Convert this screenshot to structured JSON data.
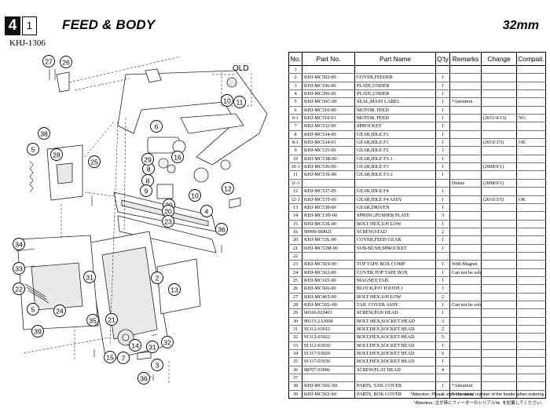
{
  "header": {
    "section_number": "4",
    "sub_number": "1",
    "title": "FEED & BODY",
    "size": "32mm",
    "model": "KHJ-1306"
  },
  "diagram": {
    "old_label": "OLD",
    "callouts": [
      "27",
      "26",
      "38",
      "5",
      "28",
      "25",
      "6",
      "16",
      "8",
      "29",
      "8",
      "9",
      "10",
      "12",
      "4",
      "36",
      "30",
      "20",
      "23",
      "34",
      "33",
      "31",
      "2",
      "13",
      "5",
      "24",
      "35",
      "39",
      "21",
      "14",
      "31",
      "32",
      "15",
      "7",
      "3",
      "36",
      "10",
      "11",
      "22"
    ]
  },
  "table": {
    "headers": [
      "No.",
      "Part No.",
      "Part Name",
      "Q'ty",
      "Remarks",
      "Change",
      "Compati."
    ],
    "rows": [
      [
        "1",
        "",
        "",
        "",
        "",
        "",
        ""
      ],
      [
        "2",
        "KHJ-MC502-00",
        "COVER,FEEDER",
        "1",
        "",
        "",
        ""
      ],
      [
        "3",
        "KHJ-MC106-00",
        "PLATE,UNDER",
        "1",
        "",
        "",
        ""
      ],
      [
        "4",
        "KHJ-MC206-00",
        "PLATE,UNDER",
        "1",
        "",
        "",
        ""
      ],
      [
        "5",
        "KHJ-MC50C-00",
        "SEAL,MAIN LABEL",
        "1",
        "*Attention",
        "",
        ""
      ],
      [
        "6",
        "KHJ-MC510-00",
        "MOTOR, FEED",
        "1",
        "",
        "",
        ""
      ],
      [
        "6-1",
        "KHJ-MC510-01",
        "MOTOR, FEED",
        "1",
        "",
        "(2011/4/13)",
        "NG"
      ],
      [
        "7",
        "KHJ-MC532-00",
        "SPROCKET",
        "1",
        "",
        "",
        ""
      ],
      [
        "8",
        "KHJ-MC534-00",
        "GEAR,IDLE F1",
        "1",
        "",
        "",
        ""
      ],
      [
        "8-1",
        "KHJ-MC534-01",
        "GEAR,IDLE F1",
        "1",
        "",
        "(2010/3/5)",
        "OK"
      ],
      [
        "9",
        "KHJ-MC535-00",
        "GEAR,IDLE F2",
        "1",
        "",
        "",
        ""
      ],
      [
        "10",
        "KHJ-MC53R-00",
        "GEAR,IDLE F3-1",
        "1",
        "",
        "",
        ""
      ],
      [
        "10-1",
        "KHJ-MC536-00",
        "GEAR,IDLE F3",
        "1",
        "",
        "(2008/9/1)",
        ""
      ],
      [
        "11",
        "KHJ-MC53S-00",
        "GEAR,IDLE F3-2",
        "1",
        "",
        "",
        ""
      ],
      [
        "11-1",
        "",
        "",
        "",
        "Delete",
        "(2008/9/1)",
        ""
      ],
      [
        "12",
        "KHJ-MC537-00",
        "GEAR,IDLE F4",
        "1",
        "",
        "",
        ""
      ],
      [
        "12-1",
        "KHJ-MC53T-00",
        "GEAR,IDLE F4 ASSY",
        "1",
        "",
        "(2010/3/5)",
        "OK"
      ],
      [
        "13",
        "KHJ-MC538-00",
        "GEAR,DRIVEN",
        "1",
        "",
        "",
        ""
      ],
      [
        "14",
        "KHJ-MC13D-00",
        "SPRING,PUSHER PLATE",
        "3",
        "",
        "",
        ""
      ],
      [
        "15",
        "KHJ-MC53E-00",
        "BOLT HEX,S/H LOW",
        "1",
        "",
        "",
        ""
      ],
      [
        "16",
        "90990-08J021",
        "SCREW,STAD",
        "2",
        "",
        "",
        ""
      ],
      [
        "20",
        "KHJ-MC53L-00",
        "COVER,FEED GEAR",
        "1",
        "",
        "",
        ""
      ],
      [
        "21",
        "KHJ-MC53M-00",
        "SUB-BUSH,SPROCKET",
        "1",
        "",
        "",
        ""
      ],
      [
        "22",
        "",
        "",
        "",
        "",
        "",
        ""
      ],
      [
        "23",
        "KHJ-MC56Y-00",
        "TOP TAPE BOX COMP.",
        "1",
        "With Magnet",
        "",
        ""
      ],
      [
        "24",
        "KHJ-MC562-00",
        "COVER,TOP TAPE BOX",
        "1",
        "Can not be sold",
        "",
        ""
      ],
      [
        "25",
        "KHJ-MC165-00",
        "MAGNET,TAIL",
        "1",
        "",
        "",
        ""
      ],
      [
        "26",
        "KHJ-MC566-00",
        "BLOCK,P/O TOOTH 1",
        "1",
        "",
        "",
        ""
      ],
      [
        "27",
        "KHJ-MC46T-00",
        "BOLT HEX.S/H LOW",
        "2",
        "",
        "",
        ""
      ],
      [
        "28",
        "KHJ-MC56U-00",
        "TAIL COVER ASSY.",
        "1",
        "Can not be sold",
        "",
        ""
      ],
      [
        "29",
        "90166-02J403",
        "SCREW,PAN HEAD",
        "1",
        "",
        "",
        ""
      ],
      [
        "30",
        "90115-2AJ008",
        "BOLT HEX,SOCKET HEAD",
        "3",
        "",
        "",
        ""
      ],
      [
        "31",
        "91312-03012",
        "BOLT,HEX,SOCKET HEAD",
        "2",
        "",
        "",
        ""
      ],
      [
        "32",
        "91312-03022",
        "BOLT,HEX,SOCKET HEAD",
        "5",
        "",
        "",
        ""
      ],
      [
        "33",
        "91312-03030",
        "BOLT,HEX,SOCKET HEAD",
        "1",
        "",
        "",
        ""
      ],
      [
        "34",
        "91317-03020",
        "BOLT,HEX,SOCKET HEAD",
        "6",
        "",
        "",
        ""
      ],
      [
        "35",
        "91317-03030",
        "BOLT,HEX,SOCKET HEAD",
        "1",
        "",
        "",
        ""
      ],
      [
        "36",
        "98707-03006",
        "SCREW,FLAT HEAD",
        "4",
        "",
        "",
        ""
      ],
      [
        "37",
        "",
        "",
        "",
        "",
        "",
        ""
      ],
      [
        "38",
        "KHJ-MC56U-S0",
        "PARTS, TAIL COVER",
        "1",
        "*Attention",
        "",
        ""
      ],
      [
        "39",
        "KHJ-MC562-S0",
        "PARTS, BOX COVER",
        "1",
        "*Attention",
        "",
        ""
      ]
    ]
  },
  "notes": {
    "line1": "*Attention: Please state the serial number of the feeder when ordering.",
    "line2": "*Attention: 注文時にフィーダーのシリアル№. を記載してください。"
  }
}
